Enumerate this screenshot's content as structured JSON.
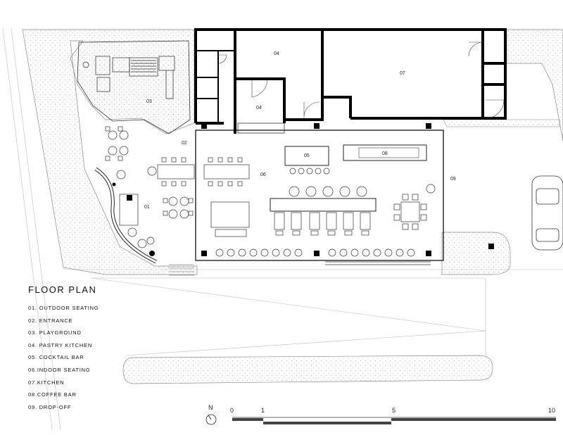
{
  "legend": {
    "title": "FLOOR PLAN",
    "items": [
      "01. OUTDOOR SEATING",
      "02. ENTRANCE",
      "03. PLAYGROUND",
      "04. PASTRY KITCHEN",
      "05. COCKTAIL BAR",
      "06.INDOOR SEATING",
      "07.KITCHEN",
      "08.COFFEE BAR",
      "09. DROP-OFF"
    ]
  },
  "rooms": {
    "r01": "01",
    "r02": "02",
    "r03": "03",
    "r04a": "04",
    "r04b": "04",
    "r05": "05",
    "r06": "06",
    "r07": "07",
    "r08": "08",
    "r09": "09"
  },
  "north": {
    "label": "N"
  },
  "scale": {
    "t0": "0",
    "t1": "1",
    "t5": "5",
    "t10": "10"
  }
}
